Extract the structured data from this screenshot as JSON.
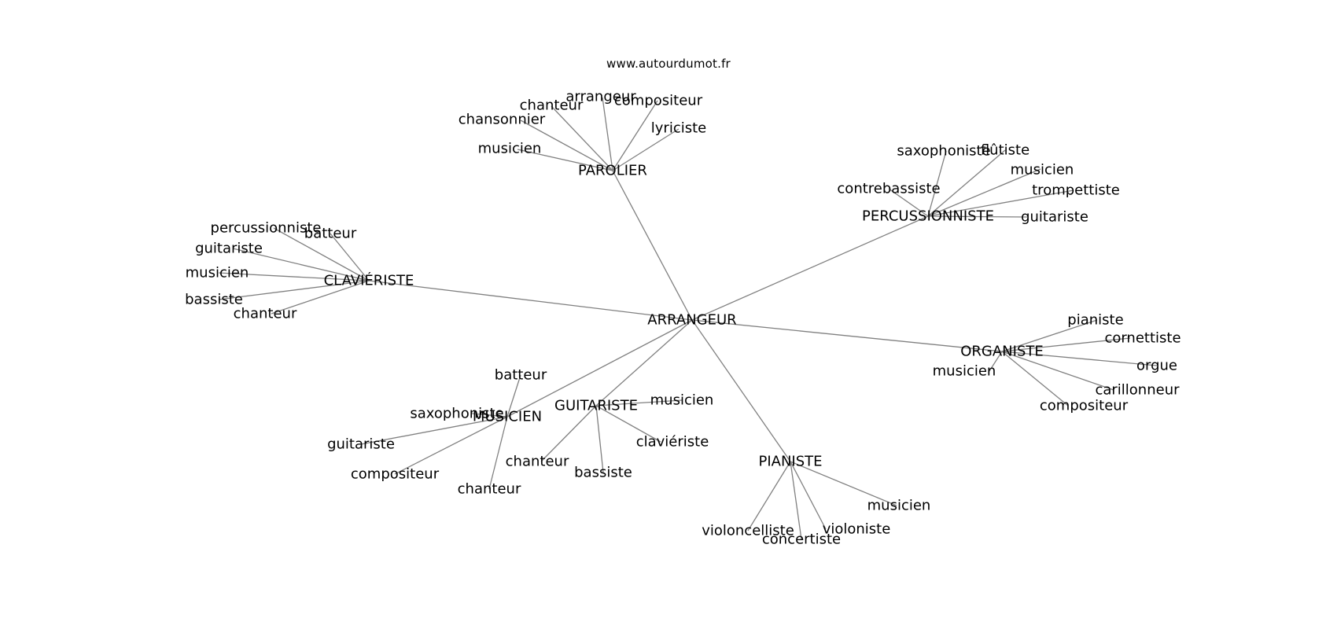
{
  "watermark": "www.autourdumot.fr",
  "center": "ARRANGEUR",
  "clusters": [
    {
      "id": "parolier",
      "label": "PAROLIER",
      "leaves": [
        "arrangeur",
        "chanteur",
        "compositeur",
        "chansonnier",
        "lyriciste",
        "musicien"
      ]
    },
    {
      "id": "percussionniste",
      "label": "PERCUSSIONNISTE",
      "leaves": [
        "saxophoniste",
        "flûtiste",
        "musicien",
        "contrebassiste",
        "trompettiste",
        "guitariste"
      ]
    },
    {
      "id": "clavieriste",
      "label": "CLAVIÉRISTE",
      "leaves": [
        "percussionniste",
        "batteur",
        "guitariste",
        "musicien",
        "bassiste",
        "chanteur"
      ]
    },
    {
      "id": "organiste",
      "label": "ORGANISTE",
      "leaves": [
        "pianiste",
        "cornettiste",
        "orgue",
        "musicien",
        "carillonneur",
        "compositeur"
      ]
    },
    {
      "id": "musicien",
      "label": "MUSICIEN",
      "leaves": [
        "batteur",
        "saxophoniste",
        "guitariste",
        "compositeur",
        "chanteur"
      ]
    },
    {
      "id": "guitariste",
      "label": "GUITARISTE",
      "leaves": [
        "musicien",
        "claviériste",
        "chanteur",
        "bassiste"
      ]
    },
    {
      "id": "pianiste",
      "label": "PIANISTE",
      "leaves": [
        "musicien",
        "violoncelliste",
        "violoniste",
        "concertiste"
      ]
    }
  ]
}
